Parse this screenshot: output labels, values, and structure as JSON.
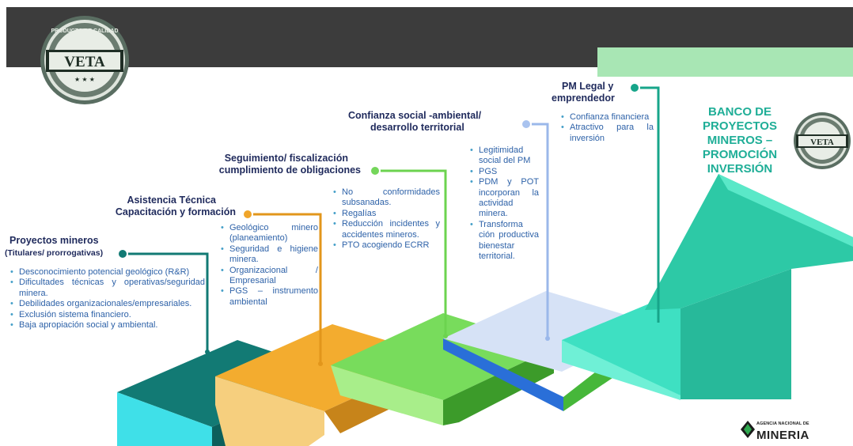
{
  "steps": [
    {
      "title": "Proyectos mineros",
      "subtitle": "(Titulares/ prorrogativas)",
      "bullets": [
        "Desconocimiento potencial geológico (R&R)",
        "Dificultades técnicas y operativas/seguridad minera.",
        "Debilidades organizacionales/empresariales.",
        "Exclusión sistema financiero.",
        "Baja apropiación social y ambiental."
      ]
    },
    {
      "title_lines": [
        "Asistencia Técnica",
        "Capacitación y formación"
      ],
      "bullets": [
        "Geológico minero (planeamiento)",
        "Seguridad e higiene minera.",
        "Organizacional / Empresarial",
        "PGS – instrumento ambiental"
      ]
    },
    {
      "title_lines": [
        "Seguimiento/ fiscalización",
        "cumplimiento de obligaciones"
      ],
      "bullets": [
        "No conformidades subsanadas.",
        "Regalías",
        "Reducción incidentes y accidentes mineros.",
        "PTO acogiendo ECRR"
      ]
    },
    {
      "title_lines": [
        "Confianza social -ambiental/",
        "desarrollo territorial"
      ],
      "bullets": [
        "Legitimidad social del PM",
        "PGS",
        "PDM y POT incorporan la actividad minera.",
        "Transforma ción productiva bienestar territorial."
      ]
    },
    {
      "title_lines": [
        "PM Legal y",
        "emprendedor"
      ],
      "bullets": [
        "Confianza financiera",
        "Atractivo para la inversión"
      ]
    }
  ],
  "banco": {
    "lines": [
      "BANCO DE",
      "PROYECTOS",
      "MINEROS –",
      "PROMOCIÓN",
      "INVERSIÓN"
    ]
  },
  "seal": {
    "top_text": "PRODUCTO DE CALIDAD",
    "name": "VETA"
  },
  "logo": {
    "small": "AGENCIA NACIONAL DE",
    "big": "MINERIA"
  },
  "colors": {
    "teal": "#127a74",
    "orange": "#f0a52a",
    "green": "#74d65a",
    "lightblue": "#c8d8f2",
    "mint": "#3dd1b5",
    "banco": "#1fae97"
  }
}
